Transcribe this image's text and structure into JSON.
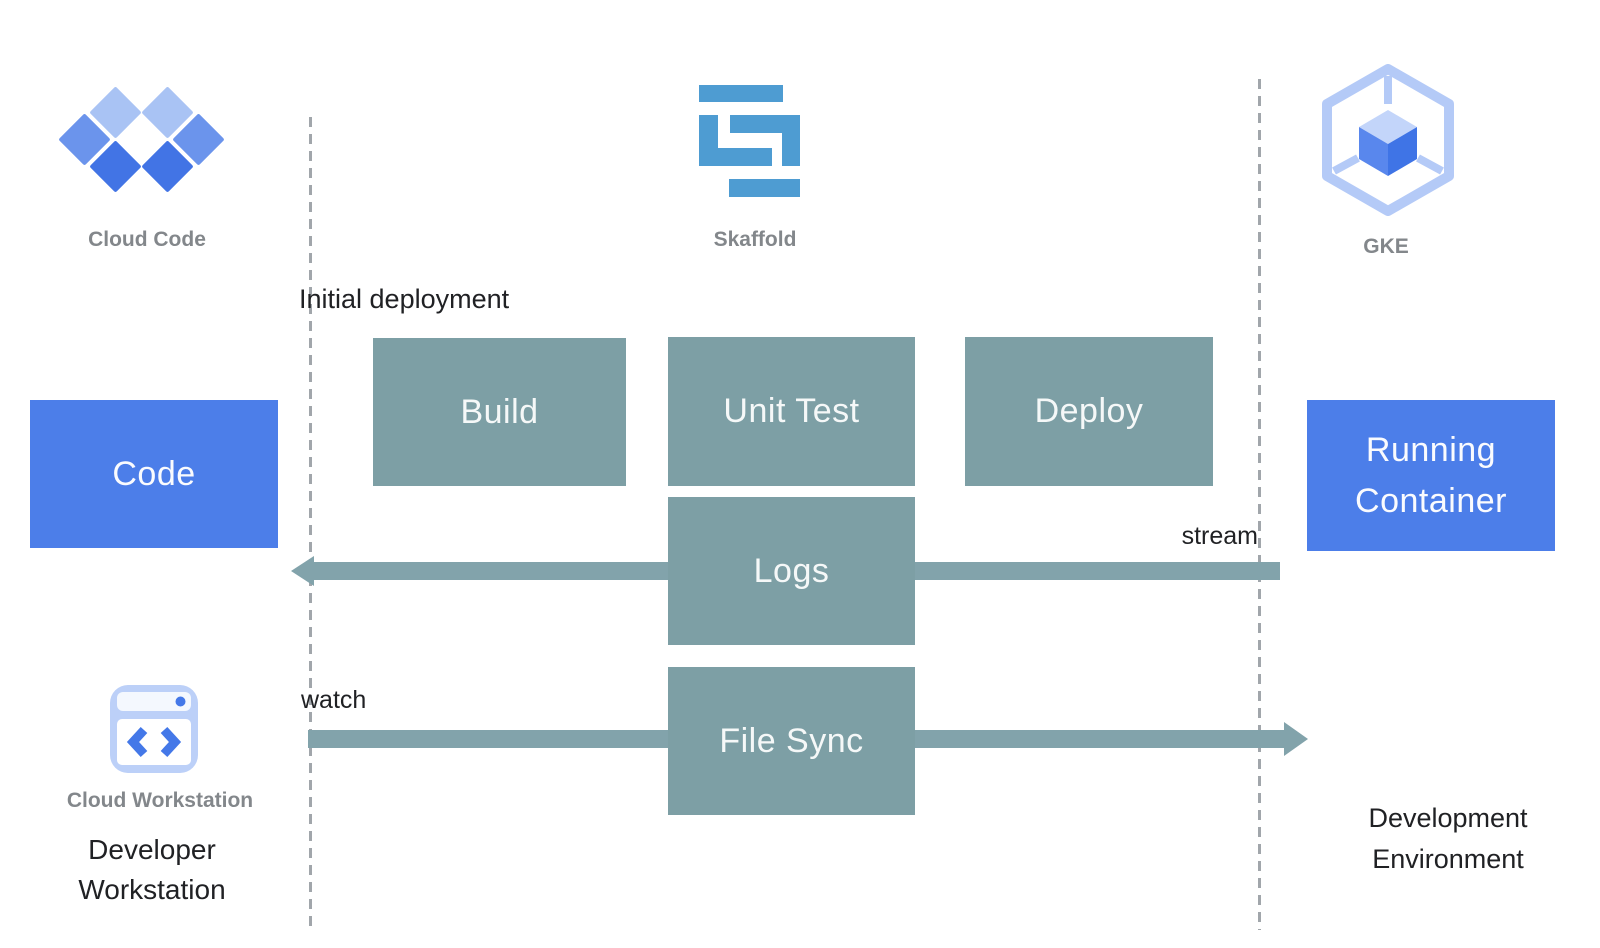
{
  "diagram": {
    "tools": {
      "cloud_code": {
        "label": "Cloud Code"
      },
      "skaffold": {
        "label": "Skaffold"
      },
      "gke": {
        "label": "GKE"
      },
      "cloud_workstation": {
        "label": "Cloud Workstation"
      }
    },
    "nodes": {
      "code": {
        "label": "Code"
      },
      "build": {
        "label": "Build"
      },
      "unit_test": {
        "label": "Unit Test"
      },
      "deploy": {
        "label": "Deploy"
      },
      "logs": {
        "label": "Logs"
      },
      "file_sync": {
        "label": "File Sync"
      },
      "running_container": {
        "label": "Running\nContainer"
      }
    },
    "annotations": {
      "initial_deployment": "Initial deployment",
      "stream": "stream",
      "watch": "watch",
      "developer_workstation": "Developer\nWorkstation",
      "development_environment": "Development\nEnvironment"
    },
    "colors": {
      "node_blue": "#4C7EE9",
      "node_teal": "#7D9FA5",
      "arrow_teal": "#82A3AB",
      "skaffold_blue": "#4E9CD2",
      "icon_light_blue": "#A9C3F4",
      "icon_medium_blue": "#6B94EC",
      "icon_dark_blue": "#4274E5",
      "gke_hex_blue": "#B4CAF7",
      "label_gray": "#83878B",
      "text_black": "#202124",
      "dash_gray": "#A1A6AB"
    }
  }
}
